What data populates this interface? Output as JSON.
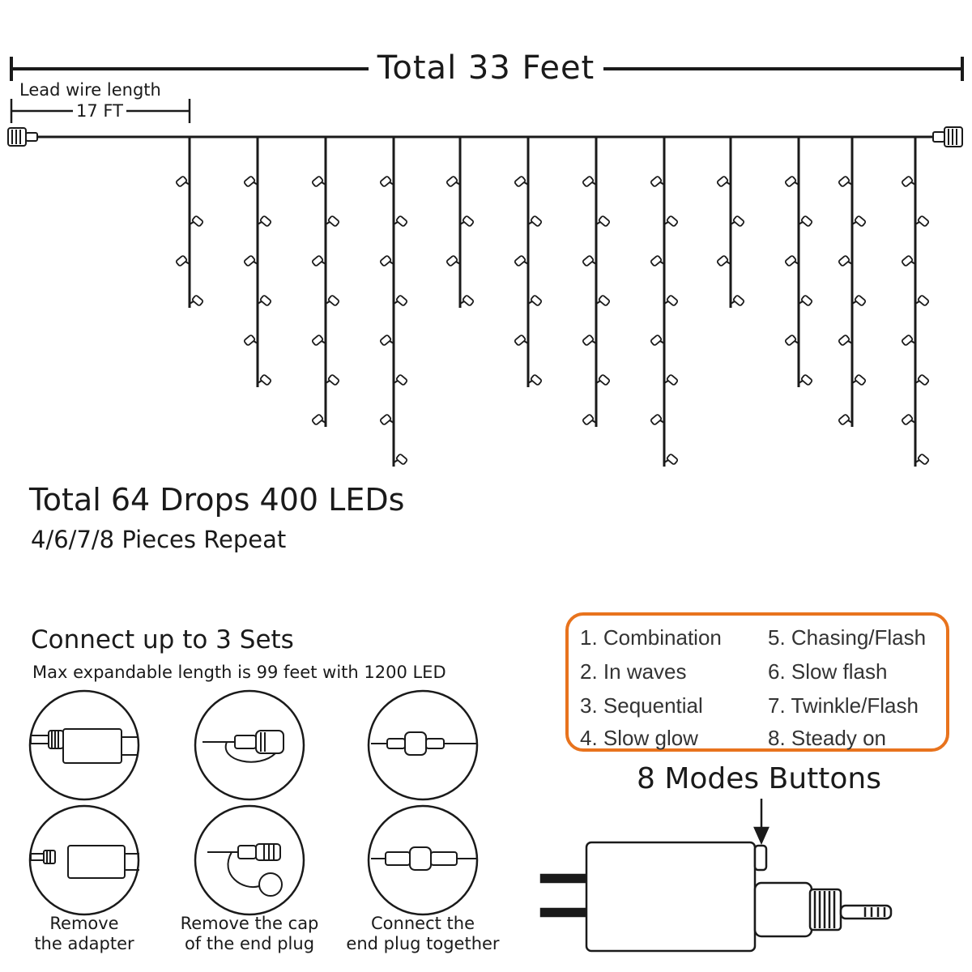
{
  "total_length": "Total 33 Feet",
  "lead_wire": {
    "title": "Lead wire length",
    "value": "17 FT"
  },
  "drops": {
    "title": "Total 64 Drops 400 LEDs",
    "subtitle": "4/6/7/8 Pieces Repeat"
  },
  "connect": {
    "title": "Connect up to 3 Sets",
    "subtitle": "Max expandable length is 99 feet with 1200 LED",
    "steps": [
      {
        "label_line1": "Remove",
        "label_line2": "the adapter"
      },
      {
        "label_line1": "Remove the cap",
        "label_line2": "of the end plug"
      },
      {
        "label_line1": "Connect the",
        "label_line2": "end plug together"
      }
    ]
  },
  "modes": {
    "items": [
      "1. Combination",
      "2. In waves",
      "3. Sequential",
      "4. Slow glow",
      "5. Chasing/Flash",
      "6. Slow flash",
      "7. Twinkle/Flash",
      "8. Steady on"
    ],
    "title": "8 Modes Buttons",
    "border_color": "#e8731d"
  },
  "colors": {
    "line": "#1a1a1a",
    "background": "#ffffff"
  }
}
